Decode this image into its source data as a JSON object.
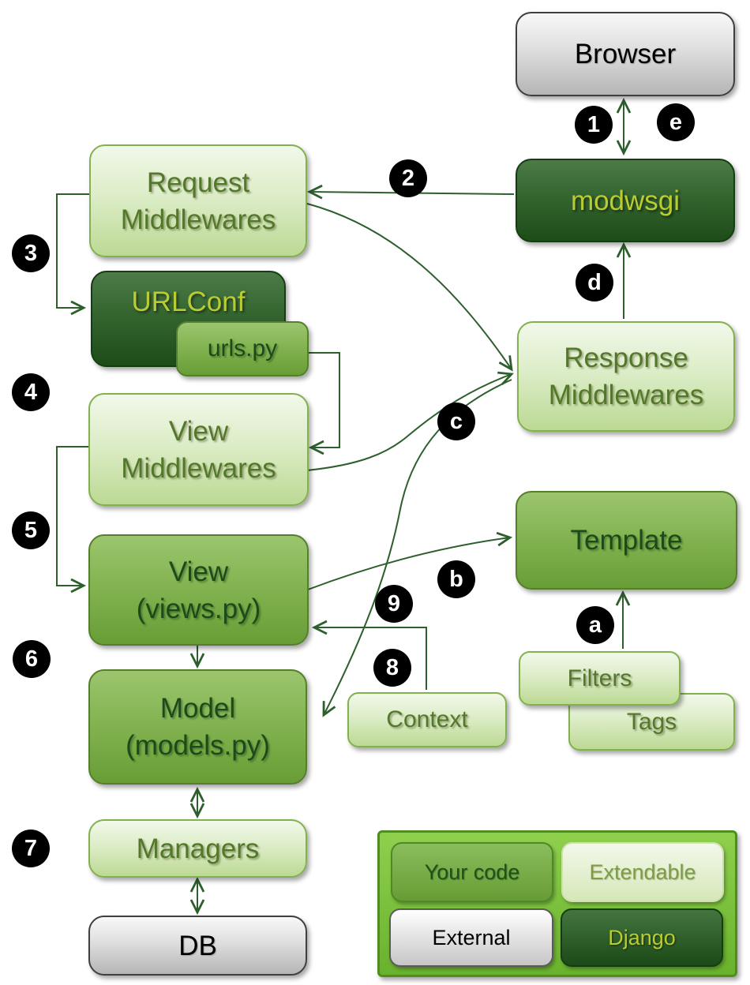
{
  "nodes": {
    "browser": {
      "label": "Browser"
    },
    "modwsgi": {
      "label": "modwsgi"
    },
    "request_mw": {
      "line1": "Request",
      "line2": "Middlewares"
    },
    "urlconf": {
      "label": "URLConf"
    },
    "urls_py": {
      "label": "urls.py"
    },
    "view_mw": {
      "line1": "View",
      "line2": "Middlewares"
    },
    "view": {
      "line1": "View",
      "line2": "(views.py)"
    },
    "model": {
      "line1": "Model",
      "line2": "(models.py)"
    },
    "managers": {
      "label": "Managers"
    },
    "db": {
      "label": "DB"
    },
    "response_mw": {
      "line1": "Response",
      "line2": "Middlewares"
    },
    "template": {
      "label": "Template"
    },
    "filters": {
      "label": "Filters"
    },
    "tags": {
      "label": "Tags"
    },
    "context": {
      "label": "Context"
    }
  },
  "badges": {
    "n1": "1",
    "n2": "2",
    "n3": "3",
    "n4": "4",
    "n5": "5",
    "n6": "6",
    "n7": "7",
    "n8": "8",
    "n9": "9",
    "a": "a",
    "b": "b",
    "c": "c",
    "d": "d",
    "e": "e"
  },
  "legend": {
    "your_code": "Your code",
    "extendable": "Extendable",
    "external": "External",
    "django": "Django"
  },
  "colors": {
    "your_code_box": "#679c35",
    "extendable_box": "#e4efd2",
    "external_box": "#dcdcdc",
    "django_box": "#2a5825",
    "legend_background": "#7cc13d",
    "arrow": "#2d5f2d",
    "badge_background": "#000000",
    "badge_text": "#ffffff",
    "dark_box_text": "#b9cd30",
    "light_box_text": "#54782a"
  }
}
